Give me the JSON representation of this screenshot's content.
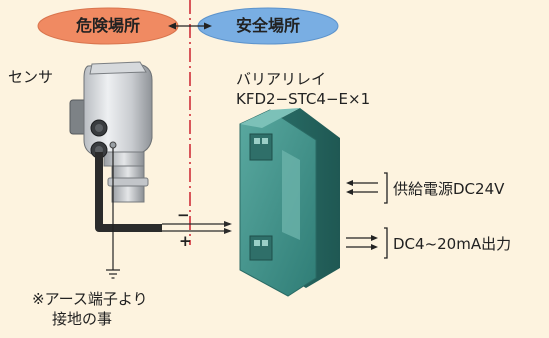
{
  "zones": {
    "hazardous": "危険場所",
    "safe": "安全場所",
    "hazardous_color": "#f08a62",
    "safe_color": "#79aee3"
  },
  "sensor": {
    "label": "センサ"
  },
  "barrier": {
    "name": "バリアリレイ",
    "model": "KFD2−STC4−E×1",
    "body_color": "#3c8e86"
  },
  "signals": {
    "minus": "−",
    "plus": "+",
    "power": "供給電源DC24V",
    "output": "DC4~20mA出力"
  },
  "ground_note": {
    "line1": "※アース端子より",
    "line2": "接地の事"
  },
  "colors": {
    "background": "#fdf3df",
    "boundary": "#d0303a"
  }
}
